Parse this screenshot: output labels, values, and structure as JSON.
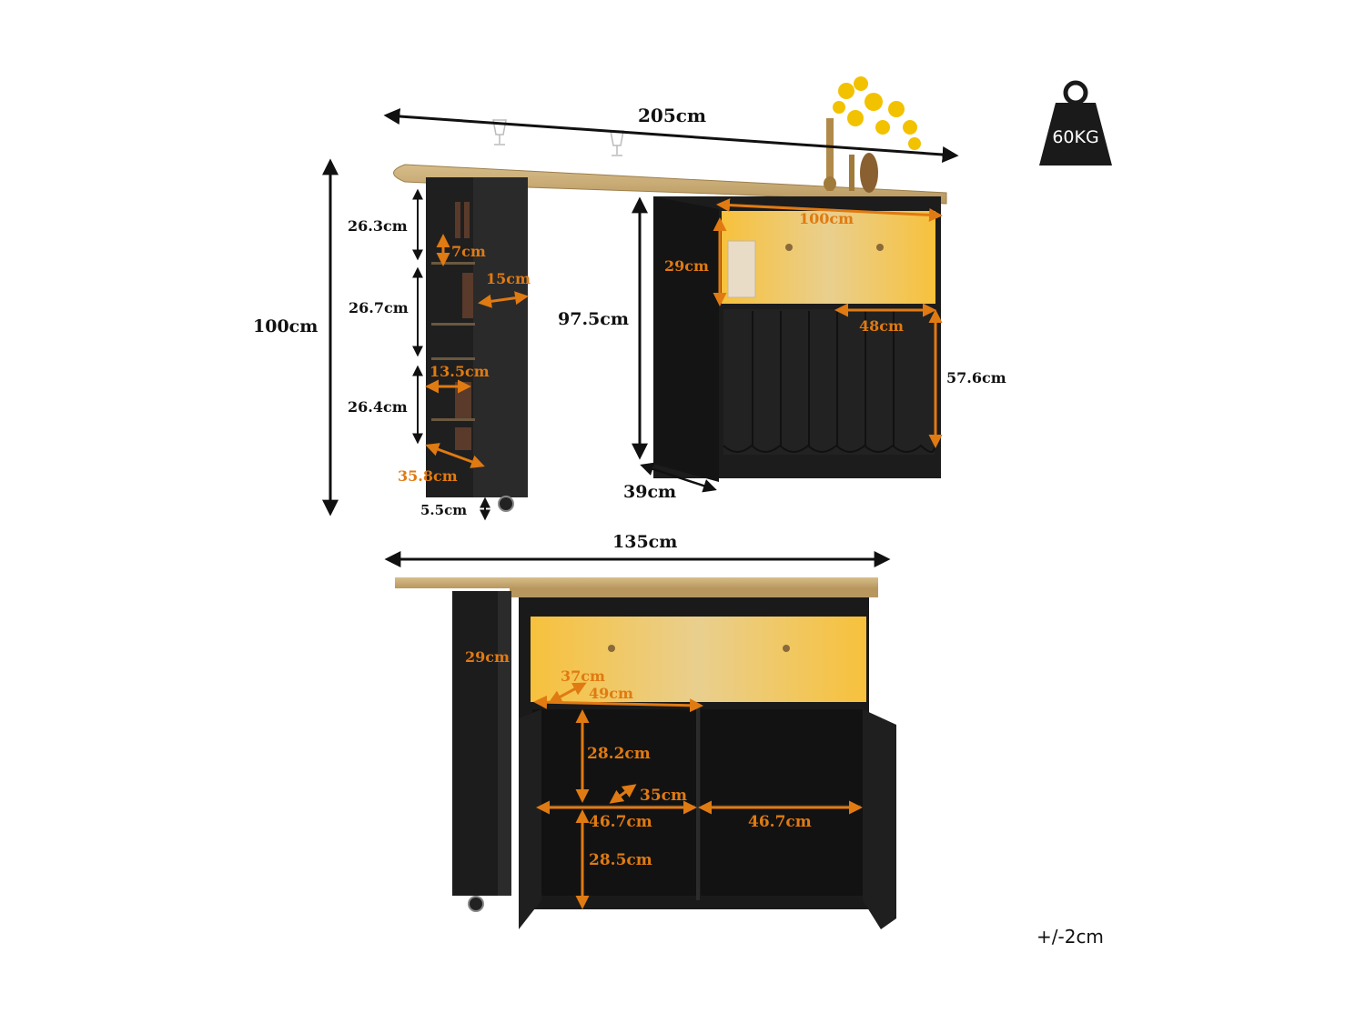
{
  "weight_badge": {
    "label": "60KG",
    "icon": "weight-icon"
  },
  "tolerance": "+/-2cm",
  "colors": {
    "dimension_black": "#111111",
    "dimension_orange": "#e07a12",
    "cabinet": "#1c1c1c",
    "wood_top": "#c9ab78",
    "led_glow": "#f5b935"
  },
  "top_view": {
    "dims": {
      "total_length": "205cm",
      "total_height": "100cm",
      "shelf_1": "26.3cm",
      "shelf_2": "26.7cm",
      "shelf_3": "26.4cm",
      "wine_slot": "7cm",
      "side_depth": "15cm",
      "side_inner": "13.5cm",
      "side_width": "35.8cm",
      "caster": "5.5cm",
      "cabinet_height": "97.5cm",
      "cabinet_width": "100cm",
      "display_height": "29cm",
      "door_width": "48cm",
      "door_height": "57.6cm",
      "cabinet_depth": "39cm"
    }
  },
  "bottom_view": {
    "dims": {
      "total_length": "135cm",
      "display_height": "29cm",
      "display_depth": "37cm",
      "display_width": "49cm",
      "upper_height": "28.2cm",
      "shelf_depth": "35cm",
      "left_width": "46.7cm",
      "right_width": "46.7cm",
      "lower_height": "28.5cm"
    }
  }
}
